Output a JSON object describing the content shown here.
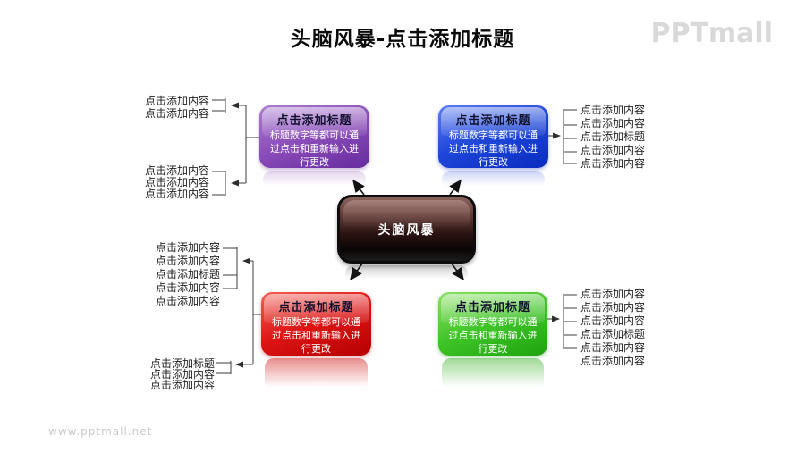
{
  "page": {
    "title": "头脑风暴-点击添加标题",
    "brand": "PPTmall",
    "watermark": "www.pptmall.net",
    "background_color": "#ffffff"
  },
  "center_box": {
    "label": "头脑风暴",
    "color": "#000000"
  },
  "boxes": {
    "top_left": {
      "position": "top-left",
      "color": "#7a3aa8",
      "title": "点击添加标题",
      "body": "标题数字等都可以通过点击和重新输入进行更改"
    },
    "top_right": {
      "position": "top-right",
      "color": "#1440d6",
      "title": "点击添加标题",
      "body": "标题数字等都可以通过点击和重新输入进行更改"
    },
    "bottom_left": {
      "position": "bottom-left",
      "color": "#d40000",
      "title": "点击添加标题",
      "body": "标题数字等都可以通过点击和重新输入进行更改"
    },
    "bottom_right": {
      "position": "bottom-right",
      "color": "#2cb01a",
      "title": "点击添加标题",
      "body": "标题数字等都可以通过点击和重新输入进行更改"
    }
  },
  "lists": {
    "top_left": [
      "点击添加内容",
      "点击添加内容"
    ],
    "mid_left": [
      "点击添加内容",
      "点击添加内容",
      "点击添加内容"
    ],
    "lower_left": [
      "点击添加内容",
      "点击添加内容",
      "点击添加标题",
      "点击添加内容",
      "点击添加内容"
    ],
    "bottom_left": [
      "点击添加标题",
      "点击添加内容",
      "点击添加内容"
    ],
    "right_top": [
      "点击添加内容",
      "点击添加内容",
      "点击添加标题",
      "点击添加内容",
      "点击添加内容"
    ],
    "right_bottom": [
      "点击添加内容",
      "点击添加内容",
      "点击添加内容",
      "点击添加标题",
      "点击添加内容",
      "点击添加内容"
    ]
  }
}
